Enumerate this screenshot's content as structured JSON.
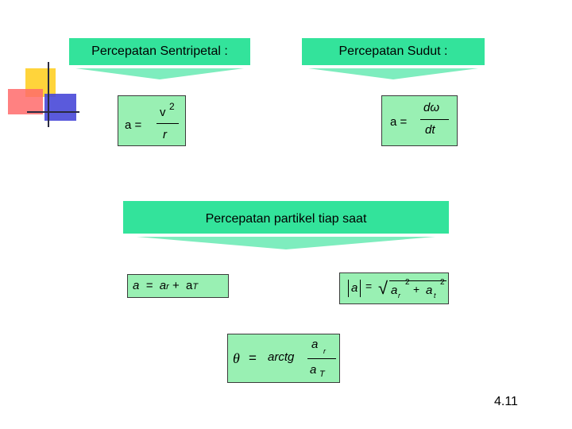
{
  "banners": {
    "sentripetal": "Percepatan Sentripetal  :",
    "sudut": "Percepatan Sudut  :",
    "partikel": "Percepatan partikel tiap saat"
  },
  "formula_centripetal": {
    "lhs": "a =",
    "num": "v",
    "exp": "2",
    "den": "r"
  },
  "formula_angular": {
    "lhs": "a =",
    "num": "dω",
    "den": "dt"
  },
  "formula_sum": {
    "lhs": "a  =  a",
    "sub1": "r",
    "plus": " +  a",
    "sub2": "T"
  },
  "formula_magnitude": {
    "abs": "a",
    "eq": "=",
    "t1": "a",
    "s1": "r",
    "e1": "2",
    "plus": "+",
    "t2": "a",
    "s2": "t",
    "e2": "2"
  },
  "formula_angle": {
    "theta": "θ",
    "eq": "=",
    "fn": "arctg",
    "num": "a",
    "num_sub": "r",
    "den": "a",
    "den_sub": "T"
  },
  "page_number": "4.11",
  "colors": {
    "banner": "#33e39b",
    "box": "#99f0b3",
    "yellow": "#ffd43b",
    "red": "#ff5555",
    "blue": "#3b3bdd"
  }
}
